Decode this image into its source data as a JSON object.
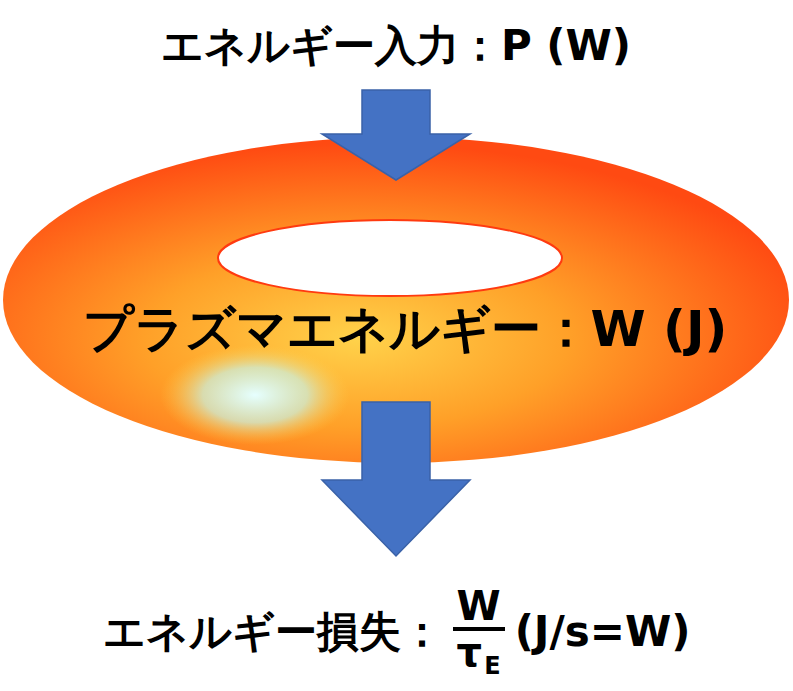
{
  "diagram": {
    "nodes": [
      {
        "text": [
          "プラズマエネルギー：W (J)"
        ]
      }
    ],
    "labels": [
      "エネルギー入力：P (W)",
      "エネルギー損失：",
      "W",
      "τ",
      "E",
      "(J/s=W)"
    ]
  }
}
